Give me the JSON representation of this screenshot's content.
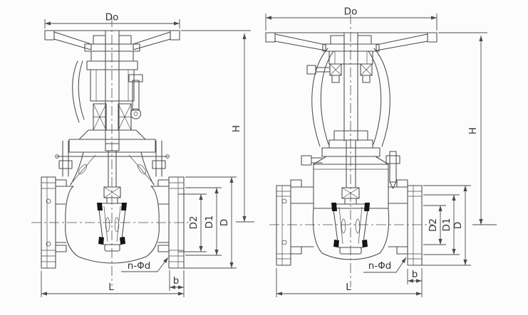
{
  "colors": {
    "background": "#fcfcfc",
    "line": "#4a4a4a",
    "text": "#333333",
    "seal": "#151515"
  },
  "views": [
    {
      "name": "gate-valve-bolted-bonnet-section",
      "dims": {
        "handwheel_diameter": "Do",
        "height_to_centerline": "H",
        "flange_outer_diameter": "D",
        "bolt_circle_diameter": "D1",
        "raised_face_diameter": "D2",
        "bolt_holes": "n-Φd",
        "flange_thickness": "b",
        "face_to_face_length": "L"
      }
    },
    {
      "name": "gate-valve-pressure-seal-section",
      "dims": {
        "handwheel_diameter": "Do",
        "height_to_centerline": "H",
        "flange_outer_diameter": "D",
        "bolt_circle_diameter": "D1",
        "raised_face_diameter": "D2",
        "bolt_holes": "n-Φd",
        "flange_thickness": "b",
        "face_to_face_length": "L"
      }
    }
  ]
}
